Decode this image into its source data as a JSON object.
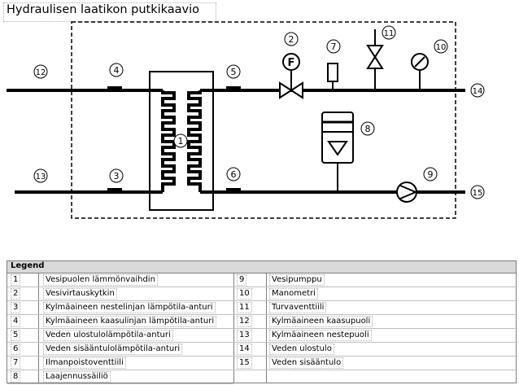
{
  "title": "Hydraulisen laatikon putkikaavio",
  "diagram": {
    "callouts": [
      "1",
      "2",
      "3",
      "4",
      "5",
      "6",
      "7",
      "8",
      "9",
      "10",
      "11",
      "12",
      "13",
      "14",
      "15"
    ],
    "flow_switch_letter": "F"
  },
  "legend": {
    "header": "Legend",
    "left": [
      {
        "num": "1",
        "label": "Vesipuolen lämmönvaihdin"
      },
      {
        "num": "2",
        "label": "Vesivirtauskytkin"
      },
      {
        "num": "3",
        "label": "Kylmäaineen nestelinjan lämpötila-anturi"
      },
      {
        "num": "4",
        "label": "Kylmäaineen kaasulinjan lämpötila-anturi"
      },
      {
        "num": "5",
        "label": "Veden ulostulolämpötila-anturi"
      },
      {
        "num": "6",
        "label": "Veden sisääntulolämpötila-anturi"
      },
      {
        "num": "7",
        "label": "Ilmanpoistoventtiili"
      },
      {
        "num": "8",
        "label": "Laajennussäiliö"
      }
    ],
    "right": [
      {
        "num": "9",
        "label": "Vesipumppu"
      },
      {
        "num": "10",
        "label": "Manometri"
      },
      {
        "num": "11",
        "label": "Turvaventtiili"
      },
      {
        "num": "12",
        "label": "Kylmäaineen kaasupuoli"
      },
      {
        "num": "13",
        "label": "Kylmäaineen nestepuoli"
      },
      {
        "num": "14",
        "label": "Veden ulostulo"
      },
      {
        "num": "15",
        "label": "Veden sisääntulo"
      }
    ]
  }
}
